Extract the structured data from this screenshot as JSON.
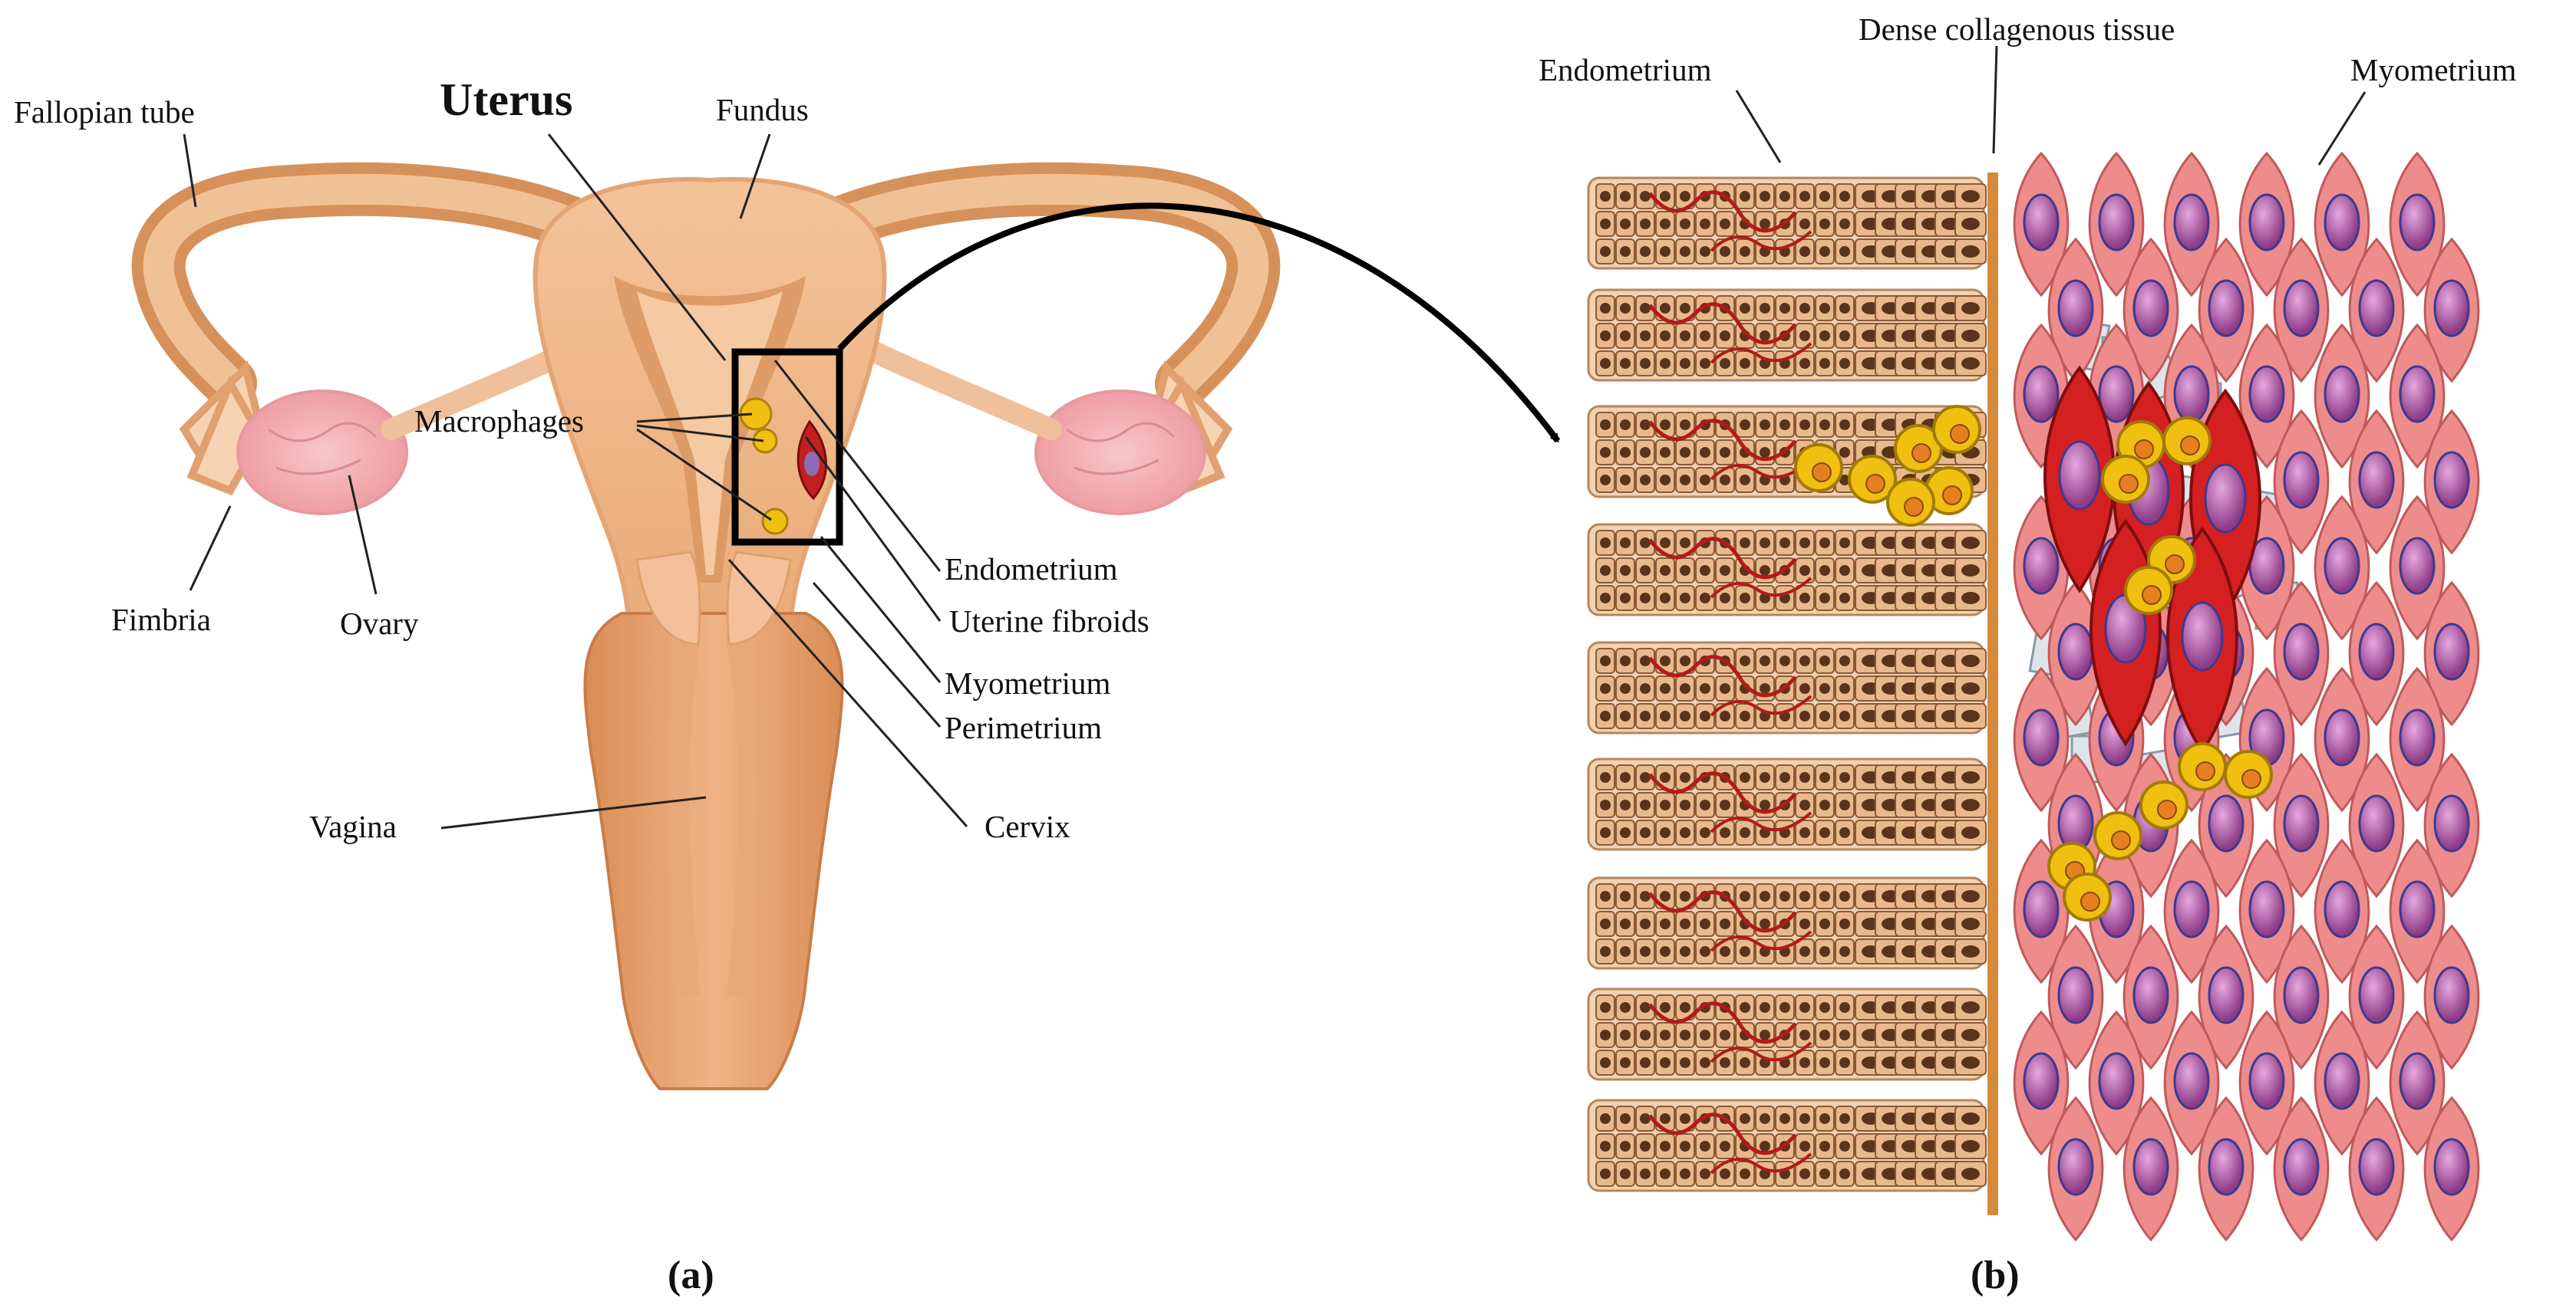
{
  "panel_a": {
    "title": "Uterus",
    "labels": {
      "fallopian_tube": "Fallopian tube",
      "fundus": "Fundus",
      "macrophages": "Macrophages",
      "fimbria": "Fimbria",
      "ovary": "Ovary",
      "endometrium": "Endometrium",
      "uterine_fibroids": "Uterine fibroids",
      "myometrium": "Myometrium",
      "perimetrium": "Perimetrium",
      "vagina": "Vagina",
      "cervix": "Cervix"
    },
    "caption": "(a)"
  },
  "panel_b": {
    "labels": {
      "endometrium": "Endometrium",
      "dense_collagenous_tissue": "Dense collagenous tissue",
      "myometrium": "Myometrium"
    },
    "caption": "(b)"
  },
  "colors": {
    "uterus_light": "#f6c9a0",
    "uterus_dark": "#e0a06c",
    "ovary": "#f3b1b4",
    "endometrial_cell": "#e8b98c",
    "nucleus_brown": "#5a3418",
    "myometrial_cell": "#ee8c8c",
    "myometrial_nucleus": "#a84a9a",
    "fibroid_red": "#d42020",
    "macrophage_yellow": "#f0c010",
    "collagen_grey": "#dfe4ea",
    "highlight_box": "#000000"
  }
}
